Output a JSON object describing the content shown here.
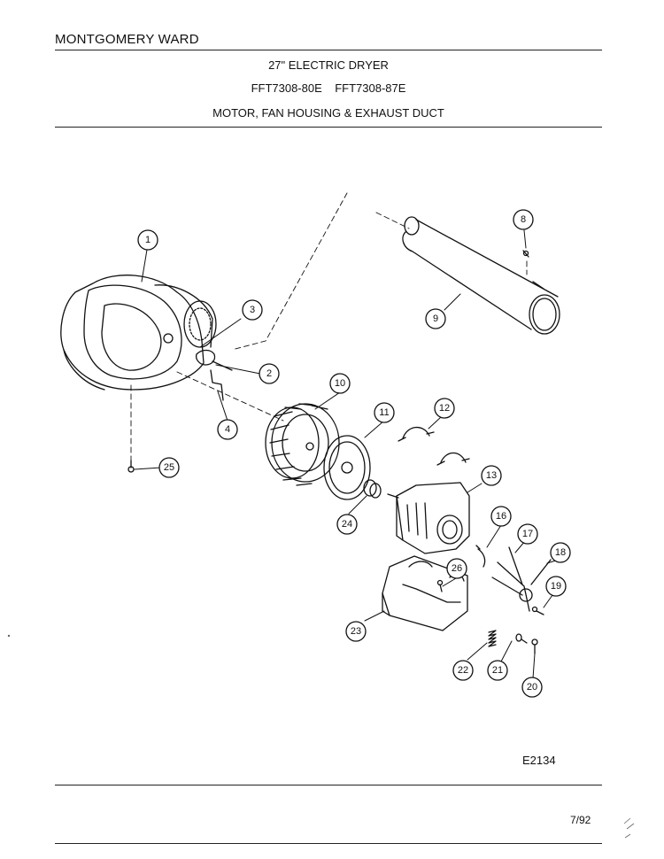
{
  "header": {
    "brand": "MONTGOMERY WARD",
    "product": "27\" ELECTRIC DRYER",
    "models": "FFT7308-80E    FFT7308-87E",
    "section": "MOTOR, FAN HOUSING & EXHAUST DUCT"
  },
  "footer": {
    "diagram_code": "E2134",
    "date": "7/92"
  },
  "callouts": [
    {
      "id": "1",
      "label": "1"
    },
    {
      "id": "2",
      "label": "2"
    },
    {
      "id": "3",
      "label": "3"
    },
    {
      "id": "4",
      "label": "4"
    },
    {
      "id": "8",
      "label": "8"
    },
    {
      "id": "9",
      "label": "9"
    },
    {
      "id": "10",
      "label": "10"
    },
    {
      "id": "11",
      "label": "11"
    },
    {
      "id": "12",
      "label": "12"
    },
    {
      "id": "13",
      "label": "13"
    },
    {
      "id": "16",
      "label": "16"
    },
    {
      "id": "17",
      "label": "17"
    },
    {
      "id": "18",
      "label": "18"
    },
    {
      "id": "19",
      "label": "19"
    },
    {
      "id": "20",
      "label": "20"
    },
    {
      "id": "21",
      "label": "21"
    },
    {
      "id": "22",
      "label": "22"
    },
    {
      "id": "23",
      "label": "23"
    },
    {
      "id": "24",
      "label": "24"
    },
    {
      "id": "25",
      "label": "25"
    },
    {
      "id": "26",
      "label": "26"
    }
  ]
}
